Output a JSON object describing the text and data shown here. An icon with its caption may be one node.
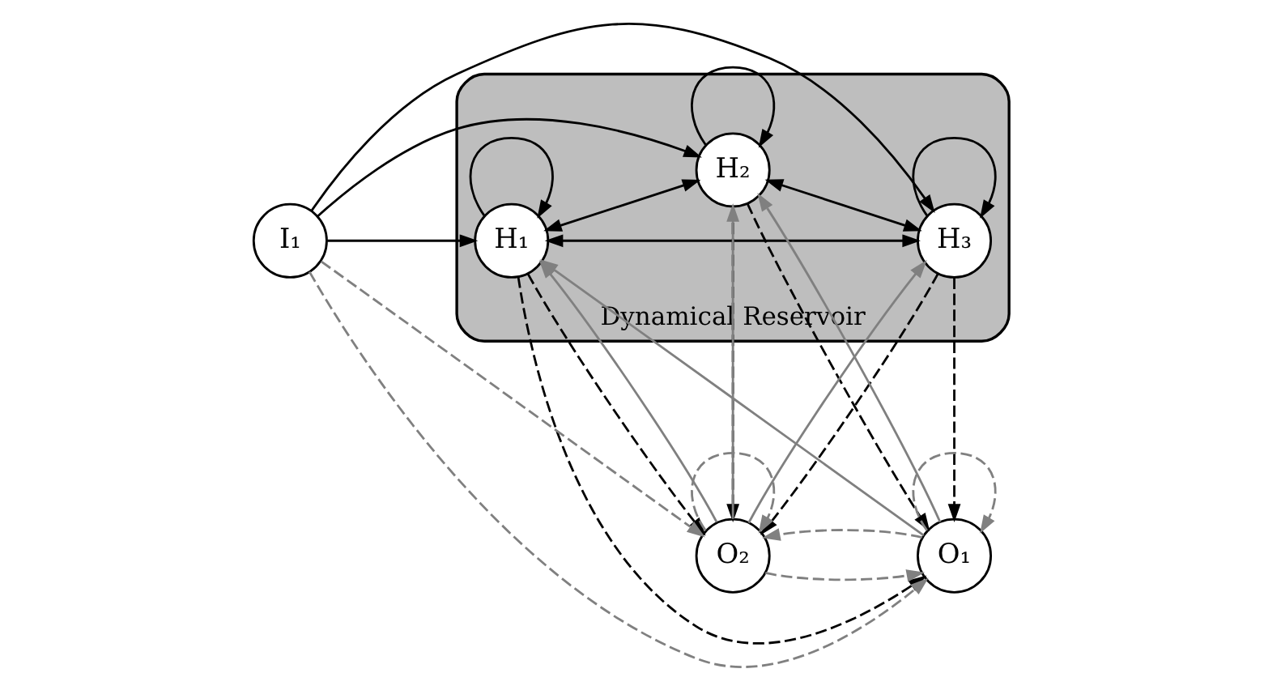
{
  "diagram": {
    "nodes": [
      {
        "text": [
          "Dynamical Reservoir"
        ]
      },
      {
        "text": [
          "I₁"
        ]
      },
      {
        "text": [
          "H₁"
        ],
        "in": 0
      },
      {
        "text": [
          "H₃"
        ],
        "in": 0
      },
      {
        "text": [
          "H₂"
        ],
        "in": 0
      },
      {
        "text": [
          "O₂"
        ]
      },
      {
        "text": [
          "O₁"
        ]
      }
    ],
    "edges": [
      {
        "from": 1,
        "to": 2,
        "arrow": "to"
      },
      {
        "from": 1,
        "to": 3,
        "arrow": "to"
      },
      {
        "from": 1,
        "to": 4,
        "arrow": "to"
      },
      {
        "from": 2,
        "to": 2,
        "arrow": "to"
      },
      {
        "from": 3,
        "to": 3,
        "arrow": "to"
      },
      {
        "from": 4,
        "to": 4,
        "arrow": "to"
      },
      {
        "from": 2,
        "to": 3,
        "arrow": "both"
      },
      {
        "from": 2,
        "to": 4,
        "arrow": "both"
      },
      {
        "from": 4,
        "to": 3,
        "arrow": "both"
      },
      {
        "from": 2,
        "to": 5,
        "arrow": "to",
        "style": "dashed"
      },
      {
        "from": 2,
        "to": 6,
        "arrow": "to",
        "style": "dashed"
      },
      {
        "from": 3,
        "to": 5,
        "arrow": "to",
        "style": "dashed"
      },
      {
        "from": 3,
        "to": 6,
        "arrow": "to",
        "style": "dashed"
      },
      {
        "from": 4,
        "to": 5,
        "arrow": "to",
        "style": "dashed"
      },
      {
        "from": 4,
        "to": 6,
        "arrow": "to",
        "style": "dashed"
      },
      {
        "from": 5,
        "to": 2,
        "arrow": "to",
        "color": "#808080"
      },
      {
        "from": 5,
        "to": 3,
        "arrow": "to",
        "color": "#808080"
      },
      {
        "from": 5,
        "to": 4,
        "arrow": "to",
        "color": "#808080"
      },
      {
        "from": 6,
        "to": 2,
        "arrow": "to",
        "color": "#808080"
      },
      {
        "from": 6,
        "to": 4,
        "arrow": "to",
        "color": "#808080"
      },
      {
        "from": 1,
        "to": 5,
        "arrow": "to",
        "style": "dashed",
        "color": "#808080"
      },
      {
        "from": 1,
        "to": 6,
        "arrow": "to",
        "style": "dashed",
        "color": "#808080"
      },
      {
        "from": 5,
        "to": 5,
        "arrow": "to",
        "style": "dashed",
        "color": "#808080"
      },
      {
        "from": 6,
        "to": 6,
        "arrow": "to",
        "style": "dashed",
        "color": "#808080"
      },
      {
        "from": 5,
        "to": 6,
        "arrow": "to",
        "style": "dashed",
        "color": "#808080"
      },
      {
        "from": 6,
        "to": 5,
        "arrow": "to",
        "style": "dashed",
        "color": "#808080"
      }
    ]
  }
}
